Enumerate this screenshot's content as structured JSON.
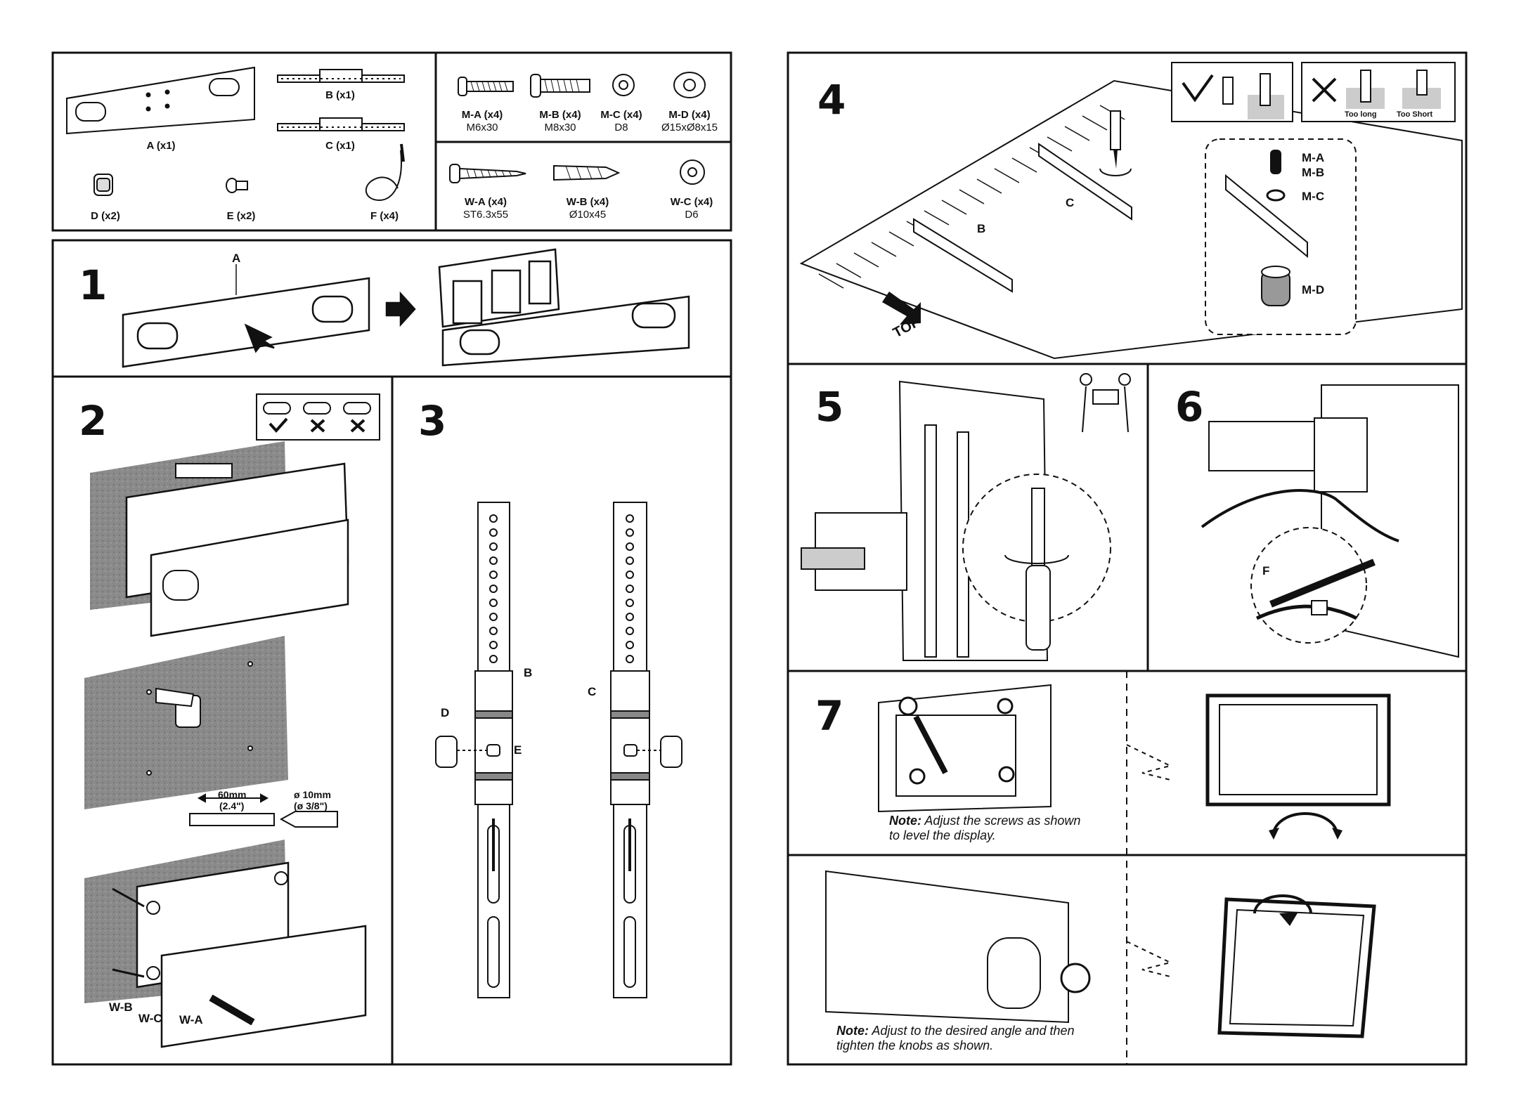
{
  "parts_left": [
    {
      "name": "A (x1)"
    },
    {
      "name": "B (x1)"
    },
    {
      "name": "C (x1)"
    },
    {
      "name": "D (x2)"
    },
    {
      "name": "E (x2)"
    },
    {
      "name": "F (x4)"
    }
  ],
  "parts_right_row1": [
    {
      "name": "M-A (x4)",
      "spec": "M6x30"
    },
    {
      "name": "M-B (x4)",
      "spec": "M8x30"
    },
    {
      "name": "M-C (x4)",
      "spec": "D8"
    },
    {
      "name": "M-D (x4)",
      "spec": "Ø15xØ8x15"
    }
  ],
  "parts_right_row2": [
    {
      "name": "W-A (x4)",
      "spec": "ST6.3x55"
    },
    {
      "name": "W-B (x4)",
      "spec": "Ø10x45"
    },
    {
      "name": "W-C (x4)",
      "spec": "D6"
    }
  ],
  "steps": {
    "s1": "1",
    "s2": "2",
    "s3": "3",
    "s4": "4",
    "s5": "5",
    "s6": "6",
    "s7": "7"
  },
  "step1": {
    "label_a": "A"
  },
  "step2": {
    "drill_length": "60mm",
    "drill_length_in": "(2.4\")",
    "drill_dia": "ø 10mm",
    "drill_dia_in": "(ø 3/8\")",
    "label_wb": "W-B",
    "label_wc": "W-C",
    "label_wa": "W-A"
  },
  "step3": {
    "label_b": "B",
    "label_c": "C",
    "label_d": "D",
    "label_e": "E"
  },
  "step4": {
    "label_b": "B",
    "label_c": "C",
    "top": "TOP",
    "ma": "M-A",
    "mb": "M-B",
    "mc": "M-C",
    "md": "M-D",
    "too_long": "Too long",
    "too_short": "Too Short"
  },
  "step6": {
    "label_f": "F"
  },
  "step7": {
    "note1_bold": "Note:",
    "note1_text": "Adjust the screws as shown to level the display.",
    "note2_bold": "Note:",
    "note2_text": "Adjust to the desired angle and then tighten the knobs as shown."
  }
}
